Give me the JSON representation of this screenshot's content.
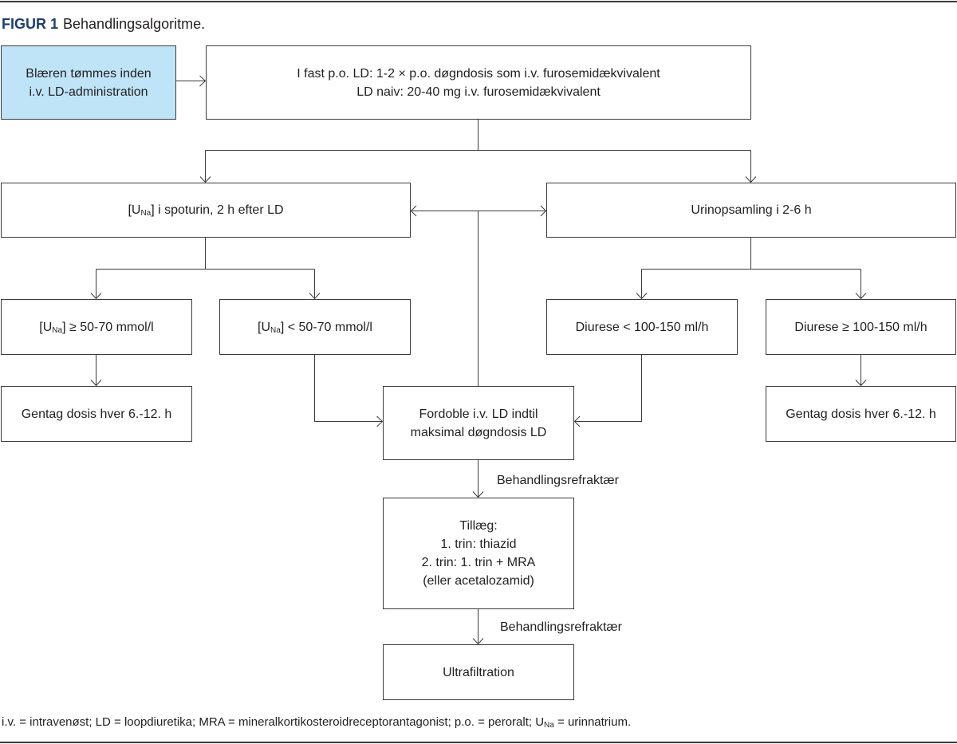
{
  "figure": {
    "label": "FIGUR 1",
    "title": "Behandlingsalgoritme."
  },
  "nodes": {
    "bladder": {
      "lines": [
        "Blæren tømmes inden",
        "i.v. LD-administration"
      ]
    },
    "start": {
      "lines": [
        "I fast p.o. LD: 1-2 × p.o. døgndosis som i.v. furosemidækvivalent",
        "LD naiv: 20-40 mg i.v. furosemidækvivalent"
      ]
    },
    "spot_urine": {
      "pre": "[U",
      "sub": "Na",
      "post": "] i spoturin, 2 h efter LD"
    },
    "urine_collection": {
      "text": "Urinopsamling i 2-6 h"
    },
    "una_high": {
      "pre": "[U",
      "sub": "Na",
      "post": "] ≥ 50-70 mmol/l"
    },
    "una_low": {
      "pre": "[U",
      "sub": "Na",
      "post": "] < 50-70 mmol/l"
    },
    "diuresis_low": {
      "text": "Diurese < 100-150 ml/h"
    },
    "diuresis_high": {
      "text": "Diurese ≥ 100-150 ml/h"
    },
    "repeat_left": {
      "text": "Gentag dosis hver 6.-12. h"
    },
    "double_dose": {
      "lines": [
        "Fordoble i.v. LD indtil",
        "maksimal døgndosis LD"
      ]
    },
    "repeat_right": {
      "text": "Gentag dosis hver 6.-12. h"
    },
    "add_on": {
      "lines": [
        "Tillæg:",
        "1. trin: thiazid",
        "2. trin: 1. trin + MRA",
        "(eller acetalozamid)"
      ]
    },
    "ultrafiltration": {
      "text": "Ultrafiltration"
    }
  },
  "edge_labels": {
    "refractory_1": "Behandlingsrefraktær",
    "refractory_2": "Behandlingsrefraktær"
  },
  "footnote": {
    "pre": "i.v. = intravenøst; LD = loopdiuretika; MRA = mineralkortikosteroidreceptorantagonist; p.o. = peroralt; U",
    "sub": "Na",
    "post": " = urinnatrium."
  },
  "colors": {
    "accent": "#1f3d6e",
    "highlight": "#bfe4f8",
    "stroke": "#3a3a3a",
    "text": "#231f20"
  }
}
